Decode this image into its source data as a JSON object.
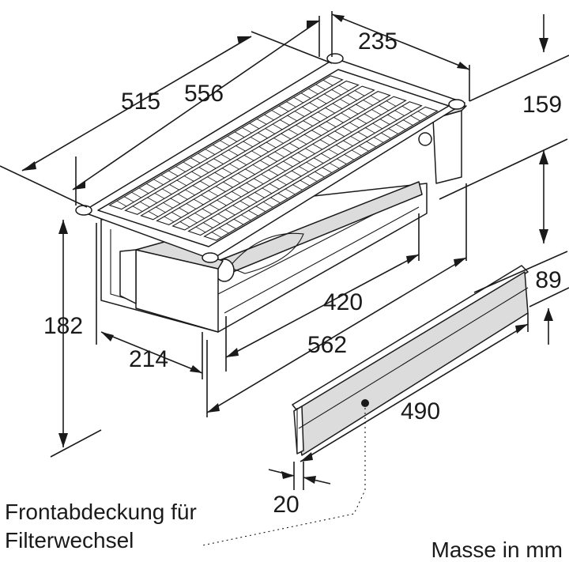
{
  "dimensions": {
    "d235": "235",
    "d515": "515",
    "d556": "556",
    "d159": "159",
    "d89": "89",
    "d182": "182",
    "d214": "214",
    "d420": "420",
    "d562": "562",
    "d490": "490",
    "d20": "20"
  },
  "labels": {
    "front_cover_line1": "Frontabdeckung für",
    "front_cover_line2": "Filterwechsel",
    "units": "Masse in mm"
  }
}
